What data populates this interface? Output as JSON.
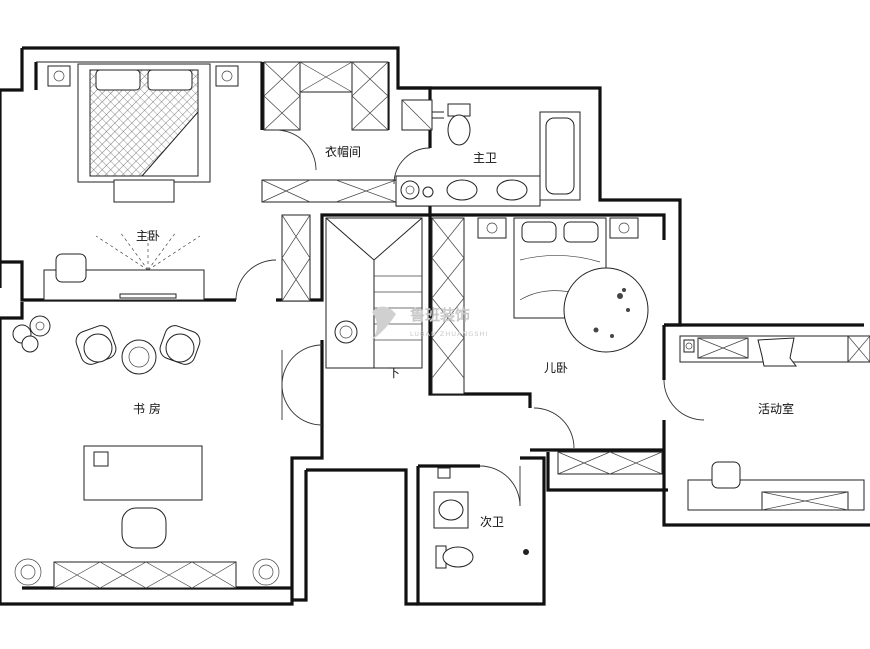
{
  "rooms": {
    "master_bedroom": "主卧",
    "cloakroom": "衣帽间",
    "master_bath": "主卫",
    "kids_room": "儿卧",
    "study": "书 房",
    "activity_room": "活动室",
    "second_bath": "次卫"
  },
  "stairs_label": "下",
  "watermark": {
    "name_cn": "鲁班装饰",
    "name_en": "LUBAN ZHUANGSHI"
  }
}
